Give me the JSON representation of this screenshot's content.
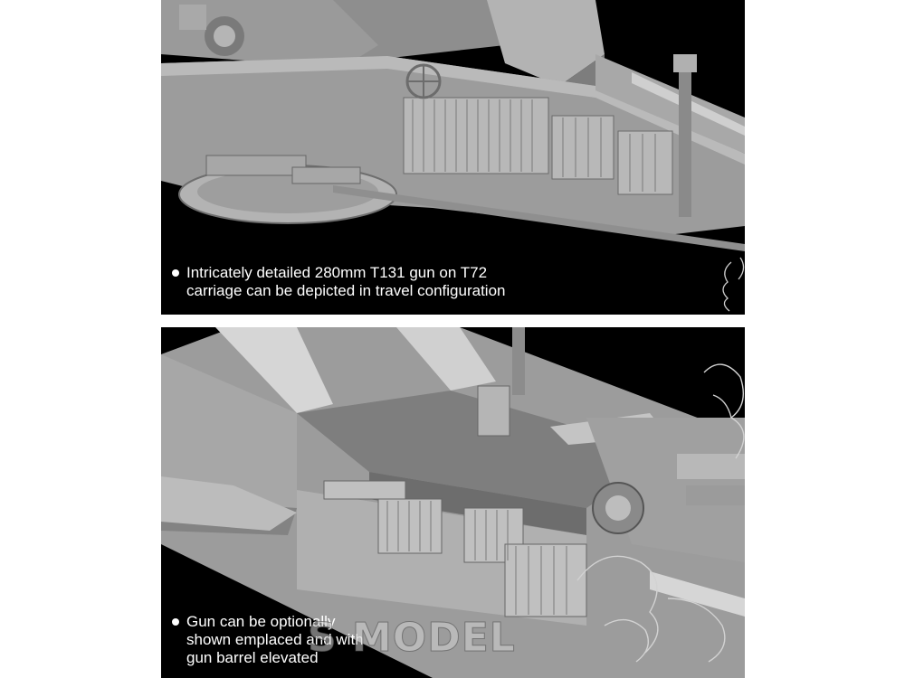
{
  "panels": [
    {
      "caption": "Intricately detailed 280mm T131 gun on T72\ncarriage can be depicted in travel configuration"
    },
    {
      "caption": "Gun can be optionally\nshown emplaced and with\ngun barrel elevated"
    }
  ],
  "watermark": {
    "text": "S MODEL"
  },
  "colors": {
    "background": "#000000",
    "model_grey": "#9c9c9c",
    "model_light": "#c8c8c8",
    "model_dark": "#5e5e5e",
    "caption_text": "#ffffff"
  },
  "icons": [
    "bullet-icon",
    "mascot-line-art"
  ]
}
